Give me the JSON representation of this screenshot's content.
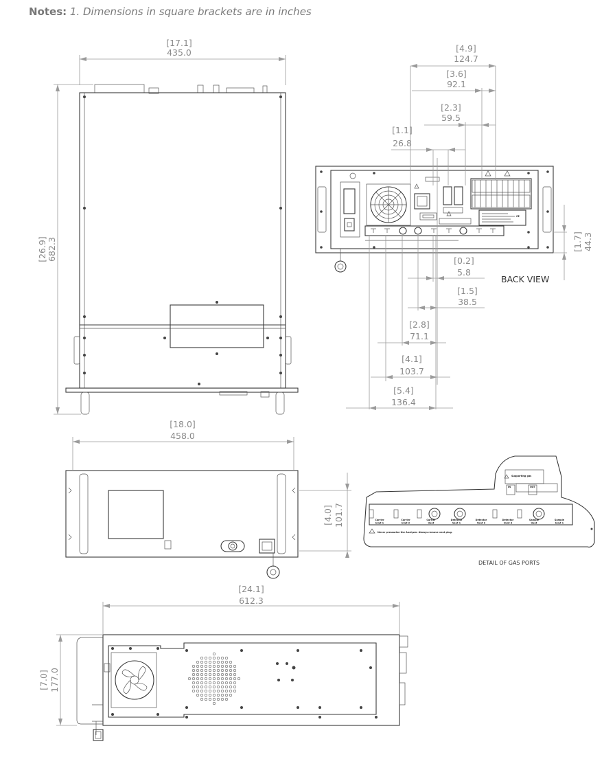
{
  "notes": {
    "label": "Notes:",
    "text": "1. Dimensions in square brackets are in inches"
  },
  "views": {
    "back_view_label": "BACK VIEW",
    "detail_label": "DETAIL OF GAS PORTS"
  },
  "dimensions": {
    "top_width": {
      "inch": "[17.1]",
      "mm": "435.0"
    },
    "top_depth": {
      "inch": "[26.9]",
      "mm": "682.3"
    },
    "back_a": {
      "inch": "[4.9]",
      "mm": "124.7"
    },
    "back_b": {
      "inch": "[3.6]",
      "mm": "92.1"
    },
    "back_c": {
      "inch": "[2.3]",
      "mm": "59.5"
    },
    "back_d": {
      "inch": "[1.1]",
      "mm": "26.8"
    },
    "back_height": {
      "inch": "[1.7]",
      "mm": "44.3"
    },
    "back_e": {
      "inch": "[0.2]",
      "mm": "5.8"
    },
    "back_f": {
      "inch": "[1.5]",
      "mm": "38.5"
    },
    "back_g": {
      "inch": "[2.8]",
      "mm": "71.1"
    },
    "back_h": {
      "inch": "[4.1]",
      "mm": "103.7"
    },
    "back_i": {
      "inch": "[5.4]",
      "mm": "136.4"
    },
    "front_width": {
      "inch": "[18.0]",
      "mm": "458.0"
    },
    "front_height": {
      "inch": "[4.0]",
      "mm": "101.7"
    },
    "side_length": {
      "inch": "[24.1]",
      "mm": "612.3"
    },
    "side_height": {
      "inch": "[7.0]",
      "mm": "177.0"
    }
  },
  "gas_ports": {
    "labels": [
      "Carrier Inlet 1",
      "Carrier Inlet 2",
      "Carrier Vent",
      "Detector Vent 1",
      "Detector Vent 2",
      "Detector Vent 3",
      "Sample Vent",
      "Sample Inlet 1"
    ],
    "warning": "Never pressurize the Analyzer. Always remove vent plug.",
    "supporting_gas": "Supporting gas",
    "in_label": "IN",
    "out_label": "OUT"
  }
}
